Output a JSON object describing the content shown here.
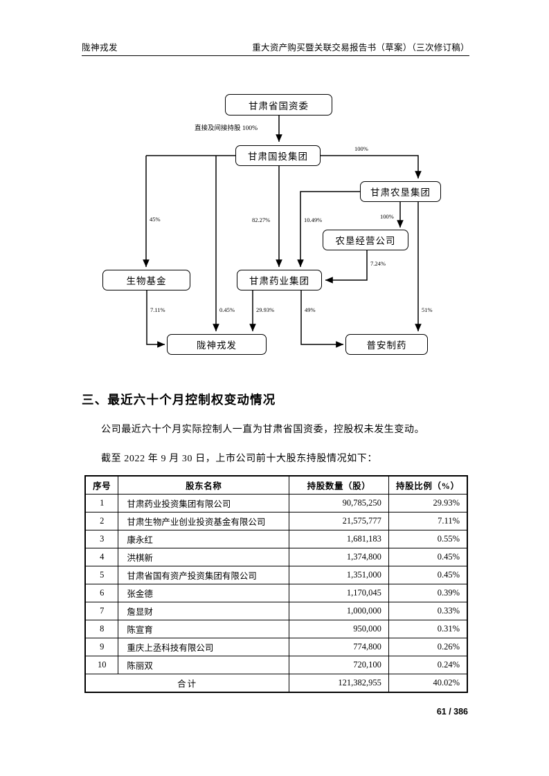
{
  "header": {
    "left_title": "陇神戎发",
    "right_title": "重大资产购买暨关联交易报告书（草案）（三次修订稿）"
  },
  "diagram": {
    "nodes": {
      "sasac": "甘肃省国资委",
      "guotou": "甘肃国投集团",
      "nongken": "甘肃农垦集团",
      "nongken_op": "农垦经营公司",
      "bio_fund": "生物基金",
      "pharma_group": "甘肃药业集团",
      "longshen": "陇神戎发",
      "puan": "普安制药"
    },
    "edges": {
      "sasac_to_guotou": "直接及间接持股 100%",
      "guotou_to_nongken": "100%",
      "guotou_to_biofund": "45%",
      "guotou_to_pharma": "82.27%",
      "nongken_to_pharma": "10.49%",
      "nongken_to_nongkenop": "100%",
      "nongken_to_puan": "51%",
      "nongkenop_to_pharma": "7.24%",
      "biofund_to_longshen": "7.11%",
      "guotou_to_longshen": "0.45%",
      "pharma_to_longshen": "29.93%",
      "pharma_to_puan": "49%"
    }
  },
  "section": {
    "heading": "三、最近六十个月控制权变动情况",
    "paragraph_1": "公司最近六十个月实际控制人一直为甘肃省国资委，控股权未发生变动。",
    "paragraph_2": "截至 2022 年 9 月 30 日，上市公司前十大股东持股情况如下："
  },
  "table": {
    "columns": [
      "序号",
      "股东名称",
      "持股数量（股）",
      "持股比例（%）"
    ],
    "rows": [
      {
        "idx": "1",
        "name": "甘肃药业投资集团有限公司",
        "qty": "90,785,250",
        "pct": "29.93%"
      },
      {
        "idx": "2",
        "name": "甘肃生物产业创业投资基金有限公司",
        "qty": "21,575,777",
        "pct": "7.11%"
      },
      {
        "idx": "3",
        "name": "康永红",
        "qty": "1,681,183",
        "pct": "0.55%"
      },
      {
        "idx": "4",
        "name": "洪棋新",
        "qty": "1,374,800",
        "pct": "0.45%"
      },
      {
        "idx": "5",
        "name": "甘肃省国有资产投资集团有限公司",
        "qty": "1,351,000",
        "pct": "0.45%"
      },
      {
        "idx": "6",
        "name": "张金德",
        "qty": "1,170,045",
        "pct": "0.39%"
      },
      {
        "idx": "7",
        "name": "詹显财",
        "qty": "1,000,000",
        "pct": "0.33%"
      },
      {
        "idx": "8",
        "name": "陈宣育",
        "qty": "950,000",
        "pct": "0.31%"
      },
      {
        "idx": "9",
        "name": "重庆上丞科技有限公司",
        "qty": "774,800",
        "pct": "0.26%"
      },
      {
        "idx": "10",
        "name": "陈丽双",
        "qty": "720,100",
        "pct": "0.24%"
      }
    ],
    "total": {
      "label": "合计",
      "qty": "121,382,955",
      "pct": "40.02%"
    }
  },
  "footer": {
    "page_number": "61 / 386"
  }
}
